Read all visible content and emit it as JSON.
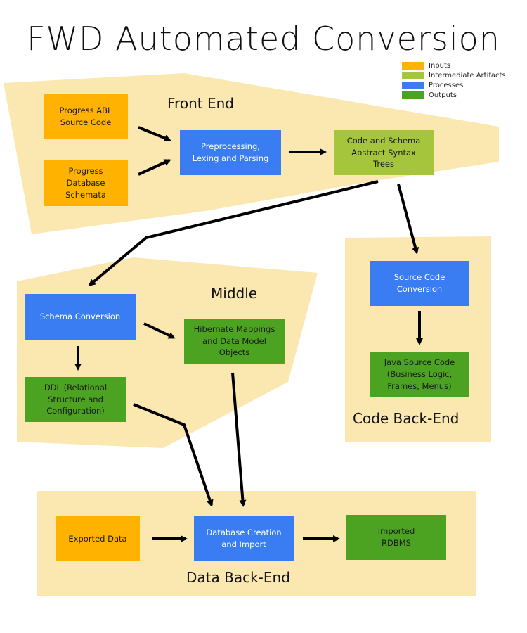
{
  "title": "FWD Automated Conversion",
  "colors": {
    "inputs": "#FFB300",
    "intermediate": "#A5C63C",
    "processes": "#3A7DF2",
    "outputs": "#4CA321",
    "region": "#FBE8B1",
    "arrow": "#000000"
  },
  "legend": [
    {
      "label": "Inputs",
      "color": "#FFB300"
    },
    {
      "label": "Intermediate Artifacts",
      "color": "#A5C63C"
    },
    {
      "label": "Processes",
      "color": "#3A7DF2"
    },
    {
      "label": "Outputs",
      "color": "#4CA321"
    }
  ],
  "regions": {
    "front_end": "Front End",
    "middle": "Middle",
    "code_back_end": "Code Back-End",
    "data_back_end": "Data Back-End"
  },
  "nodes": {
    "abl_source": {
      "text": "Progress ABL\nSource Code",
      "kind": "inputs"
    },
    "db_schemata": {
      "text": "Progress\nDatabase\nSchemata",
      "kind": "inputs"
    },
    "preprocessing": {
      "text": "Preprocessing,\nLexing and Parsing",
      "kind": "processes"
    },
    "ast": {
      "text": "Code and Schema\nAbstract Syntax\nTrees",
      "kind": "intermediate"
    },
    "schema_conversion": {
      "text": "Schema Conversion",
      "kind": "processes"
    },
    "hibernate": {
      "text": "Hibernate Mappings\nand Data Model\nObjects",
      "kind": "outputs"
    },
    "ddl": {
      "text": "DDL (Relational\nStructure and\nConfiguration)",
      "kind": "outputs"
    },
    "source_conversion": {
      "text": "Source Code\nConversion",
      "kind": "processes"
    },
    "java_source": {
      "text": "Java Source Code\n(Business Logic,\nFrames, Menus)",
      "kind": "outputs"
    },
    "exported_data": {
      "text": "Exported Data",
      "kind": "inputs"
    },
    "db_creation": {
      "text": "Database Creation\nand Import",
      "kind": "processes"
    },
    "rdbms": {
      "text": "Imported\nRDBMS",
      "kind": "outputs"
    }
  }
}
